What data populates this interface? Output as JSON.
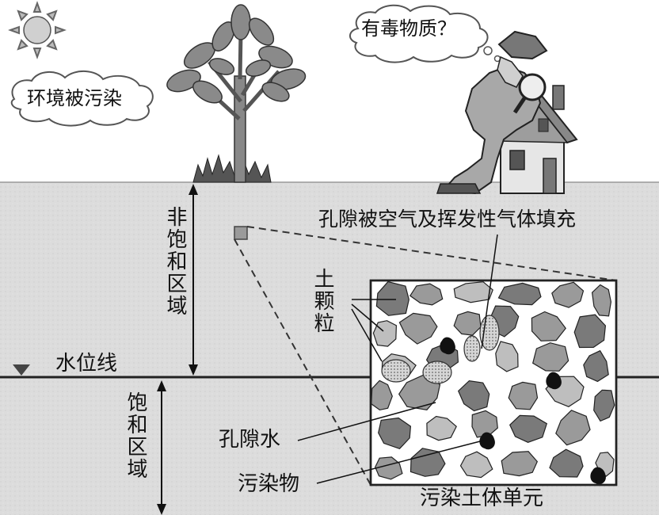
{
  "labels": {
    "environment_polluted": "环境被污染",
    "toxic_substance": "有毒物质？",
    "pores_air_gas": "孔隙被空气及挥发性气体填充",
    "soil_particles": "土颗粒",
    "unsaturated_zone": "非饱和区域",
    "water_table": "水位线",
    "saturated_zone": "饱和区域",
    "pore_water": "孔隙水",
    "pollutant": "污染物",
    "contaminated_soil_unit": "污染土体单元"
  },
  "colors": {
    "ground": "#dedede",
    "sky": "#ffffff",
    "grain_dark": "#7a7a7a",
    "grain_mid": "#9a9a9a",
    "grain_light": "#bebebe",
    "pollutant": "#111111"
  },
  "icons": {
    "sun": "sun-icon",
    "tree": "tree-icon",
    "detective": "detective-icon",
    "house": "house-icon",
    "water_table_marker": "triangle-down-icon"
  }
}
